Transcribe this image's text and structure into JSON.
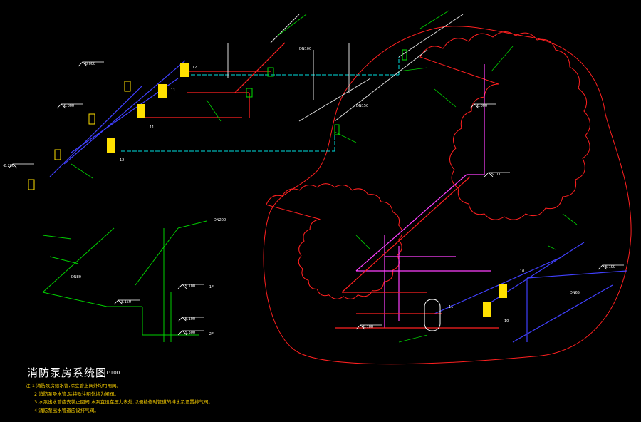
{
  "title": "消防泵房系统图",
  "scale": "1:100",
  "notes": [
    "注:1  消防泵房给水管,除立管上阀外均用闸阀。",
    "2  消防泵吸水管,除特殊注明外均为闸阀。",
    "3  水泵出水管应安装止回阀,水泵宜设在压力表处,以便检修时管道的排水及设置排气阀。",
    "4  消防泵出水管道应设排气阀。"
  ],
  "elevations": [
    "-8.200",
    "-6.000",
    "-8.000",
    "-6.000",
    "-5.100",
    "-5.100",
    "-3.150",
    "-6.100",
    "-5.300",
    "-8.100",
    "-6.100"
  ],
  "floor_marks": [
    "-1F",
    "-2F"
  ],
  "equipment_numbers": [
    "12",
    "11",
    "11",
    "12",
    "10",
    "10",
    "11"
  ],
  "pipe_tags": [
    "DN100",
    "DN150",
    "DN200",
    "DN80",
    "DN65"
  ],
  "colors": {
    "background": "#000000",
    "supply_line": "#00e0e0",
    "fire_main": "#ff2020",
    "vertical_main": "#ff40ff",
    "branch_blue": "#4040ff",
    "leader": "#00d000",
    "label_white": "#ffffff",
    "label_yellow": "#ffd400",
    "cloud": "#ff2020",
    "pump": "#ffe000"
  }
}
